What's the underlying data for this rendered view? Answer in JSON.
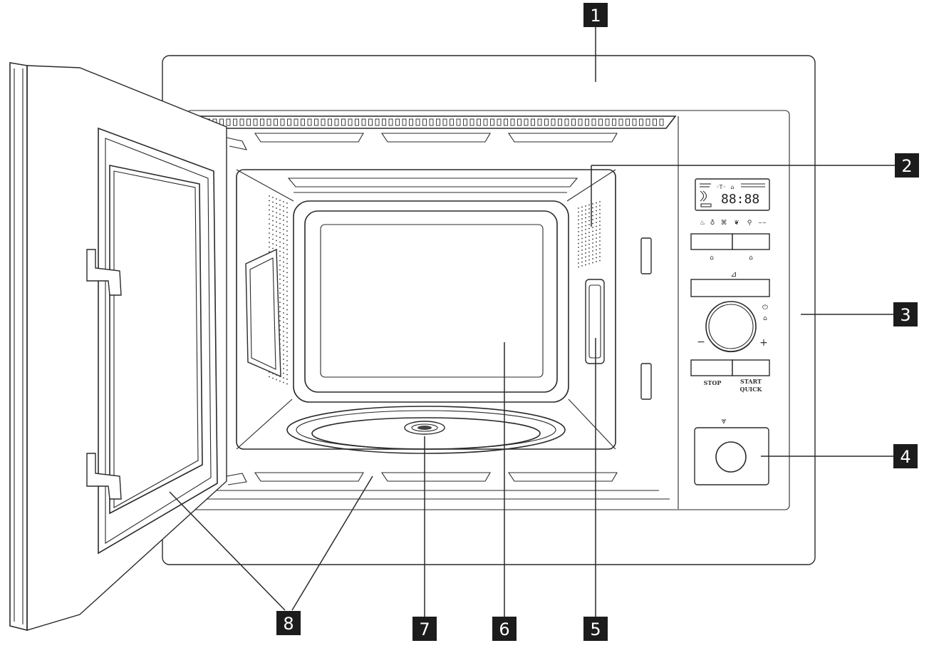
{
  "callouts": [
    {
      "id": "1",
      "label": "1"
    },
    {
      "id": "2",
      "label": "2"
    },
    {
      "id": "3",
      "label": "3"
    },
    {
      "id": "4",
      "label": "4"
    },
    {
      "id": "5",
      "label": "5"
    },
    {
      "id": "6",
      "label": "6"
    },
    {
      "id": "7",
      "label": "7"
    },
    {
      "id": "8",
      "label": "8"
    }
  ],
  "control_panel": {
    "display_text": "88:88",
    "stop_label": "STOP",
    "start_label": "START",
    "quick_label": "QUICK",
    "minus_label": "−",
    "plus_label": "+"
  },
  "colors": {
    "line": "#2a2a2a",
    "callout_box": "#1c1c1c",
    "callout_text": "#ffffff"
  }
}
